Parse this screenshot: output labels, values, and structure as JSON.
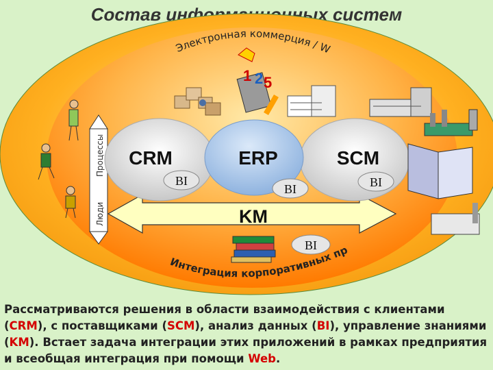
{
  "title": "Состав информационных систем",
  "arc_top": "Электронная коммерция / Web",
  "arc_bottom": "Интеграция корпоративных приложений",
  "axis_processes": "Процессы",
  "axis_people": "Люди",
  "modules": {
    "crm": "CRM",
    "erp": "ERP",
    "scm": "SCM",
    "km": "KM",
    "bi_crm": "BI",
    "bi_erp": "BI",
    "bi_scm": "BI",
    "bi_km": "BI"
  },
  "caption": {
    "t1": "Рассматриваются решения в области взаимодействия с клиентами (",
    "crm": "CRM",
    "t2": "), с поставщиками (",
    "scm": "SCM",
    "t3": "), анализ данных (",
    "bi": "BI",
    "t4": "), управление знаниями (",
    "km": "KM",
    "t5": "). Встает задача интеграции этих приложений в рамках предприятия и всеобщая интеграция при помощи ",
    "web": "Web",
    "t6": "."
  },
  "colors": {
    "background": "#d9f2c8",
    "outer_ellipse": "#f5a623",
    "inner_ellipse": "#ff8c00",
    "module_fill": "#dcdcdc",
    "erp_fill": "#a9c5e8",
    "km_arrow": "#ffffc0",
    "highlight": "#d40000"
  }
}
